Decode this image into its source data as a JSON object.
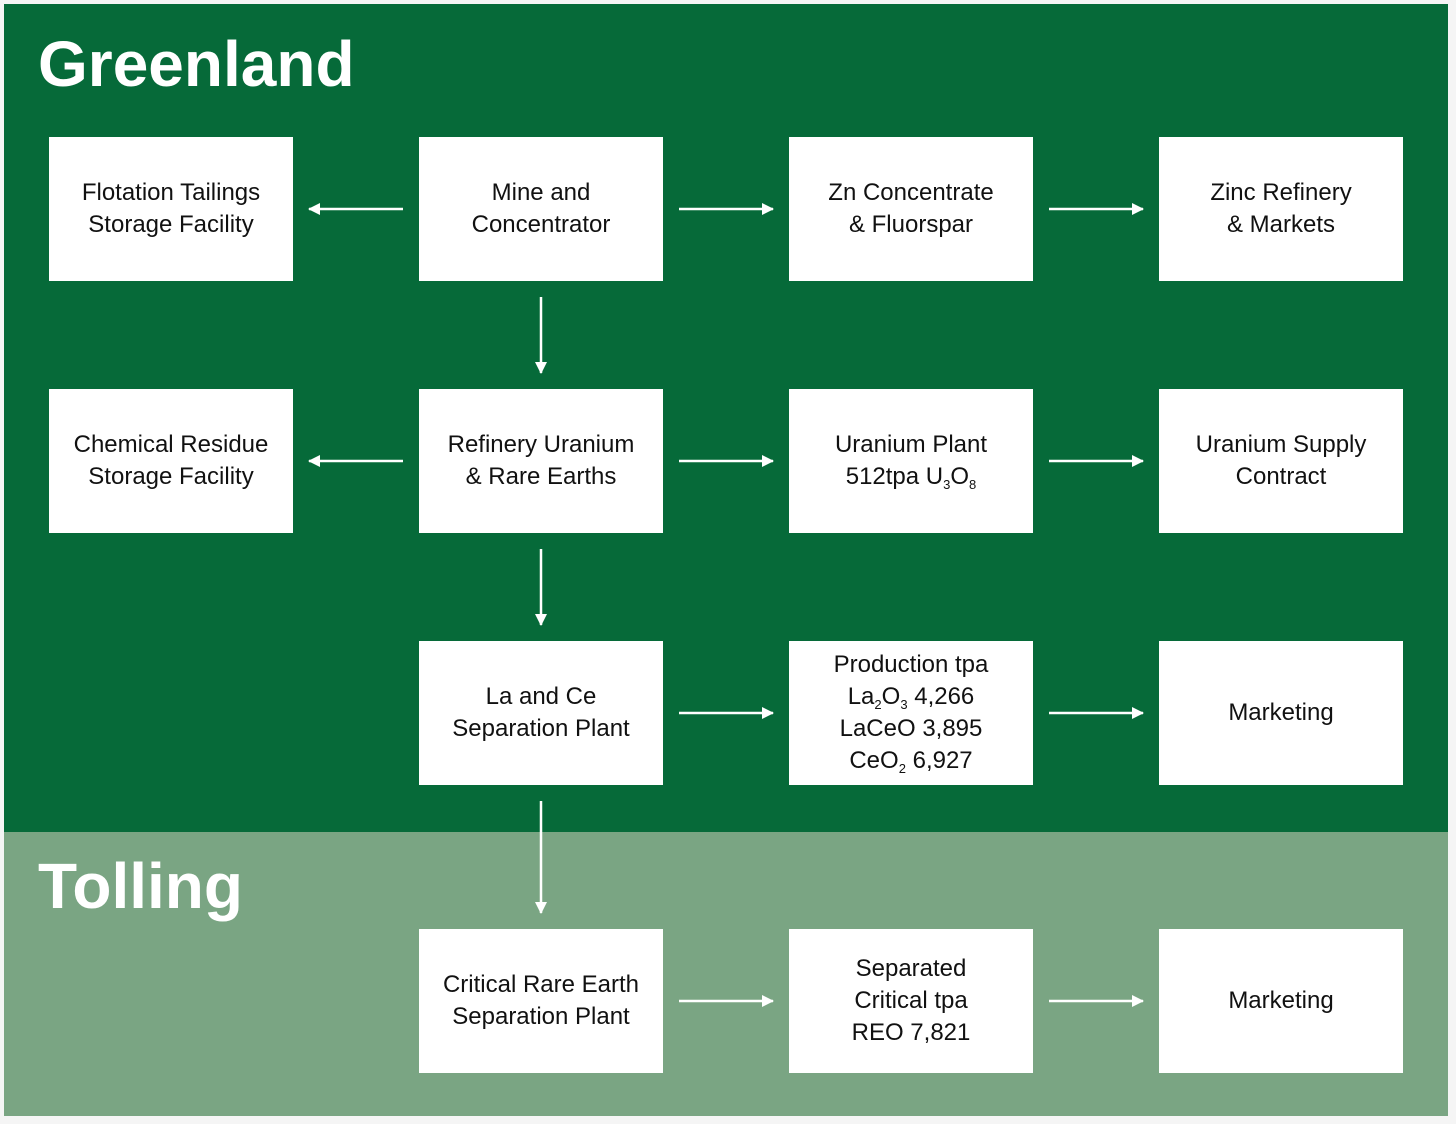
{
  "regions": {
    "greenland": {
      "title": "Greenland",
      "color": "#066a39"
    },
    "tolling": {
      "title": "Tolling",
      "color": "#7aa583"
    }
  },
  "nodes": {
    "flotation_tailings": {
      "lines": [
        "Flotation Tailings",
        "Storage Facility"
      ]
    },
    "mine_concentrator": {
      "lines": [
        "Mine and",
        "Concentrator"
      ]
    },
    "zn_concentrate": {
      "lines": [
        "Zn Concentrate",
        "& Fluorspar"
      ]
    },
    "zinc_refinery": {
      "lines": [
        "Zinc Refinery",
        "& Markets"
      ]
    },
    "chemical_residue": {
      "lines": [
        "Chemical Residue",
        "Storage Facility"
      ]
    },
    "refinery_uranium": {
      "lines": [
        "Refinery Uranium",
        "& Rare Earths"
      ]
    },
    "uranium_plant": {
      "line1": "Uranium Plant",
      "line2": {
        "prefix": "512tpa U",
        "sub1": "3",
        "mid": "O",
        "sub2": "8"
      }
    },
    "uranium_supply": {
      "lines": [
        "Uranium Supply",
        "Contract"
      ]
    },
    "la_ce_separation": {
      "lines": [
        "La and Ce",
        "Separation Plant"
      ]
    },
    "production": {
      "line1": "Production tpa",
      "line2": {
        "a": "La",
        "s1": "2",
        "b": "O",
        "s2": "3",
        "c": " 4,266"
      },
      "line3": "LaCeO 3,895",
      "line4": {
        "a": "CeO",
        "s1": "2",
        "c": " 6,927"
      }
    },
    "marketing_1": {
      "lines": [
        "Marketing"
      ]
    },
    "critical_separation": {
      "lines": [
        "Critical Rare Earth",
        "Separation Plant"
      ]
    },
    "separated_critical": {
      "lines": [
        "Separated",
        "Critical tpa",
        "REO 7,821"
      ]
    },
    "marketing_2": {
      "lines": [
        "Marketing"
      ]
    }
  },
  "edges": [
    {
      "from": "mine_concentrator",
      "to": "flotation_tailings"
    },
    {
      "from": "mine_concentrator",
      "to": "zn_concentrate"
    },
    {
      "from": "zn_concentrate",
      "to": "zinc_refinery"
    },
    {
      "from": "mine_concentrator",
      "to": "refinery_uranium"
    },
    {
      "from": "refinery_uranium",
      "to": "chemical_residue"
    },
    {
      "from": "refinery_uranium",
      "to": "uranium_plant"
    },
    {
      "from": "uranium_plant",
      "to": "uranium_supply"
    },
    {
      "from": "refinery_uranium",
      "to": "la_ce_separation"
    },
    {
      "from": "la_ce_separation",
      "to": "production"
    },
    {
      "from": "production",
      "to": "marketing_1"
    },
    {
      "from": "la_ce_separation",
      "to": "critical_separation"
    },
    {
      "from": "critical_separation",
      "to": "separated_critical"
    },
    {
      "from": "separated_critical",
      "to": "marketing_2"
    }
  ],
  "colors": {
    "arrow": "#ffffff",
    "box_fill": "#ffffff",
    "box_text": "#111111"
  }
}
